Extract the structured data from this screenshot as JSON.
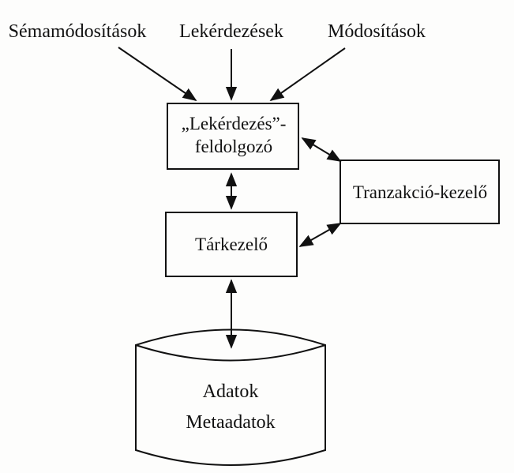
{
  "inputs": {
    "schema_changes": "Sémamódosítások",
    "queries": "Lekérdezések",
    "modifications": "Módosítások"
  },
  "query_processor": {
    "line1": "„Lekérdezés”-",
    "line2": "feldolgozó"
  },
  "transaction_manager": {
    "label": "Tranzakció-kezelő"
  },
  "storage_manager": {
    "label": "Tárkezelő"
  },
  "database": {
    "line1": "Adatok",
    "line2": "Metaadatok"
  },
  "colors": {
    "ink": "#111111",
    "paper": "#fdfdfc"
  }
}
